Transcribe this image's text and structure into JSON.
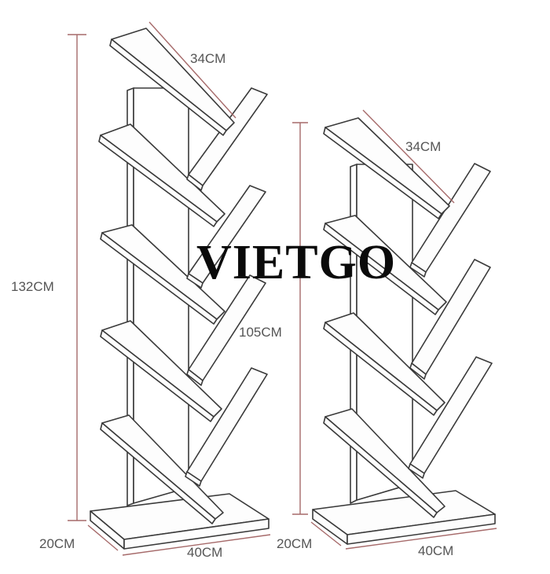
{
  "watermark": {
    "text": "VIETGO"
  },
  "colors": {
    "dimension_line": "#a66a6a",
    "drawing_line": "#3a3a3a",
    "label": "#555555",
    "background": "#ffffff"
  },
  "large_shelf": {
    "height_label": "132CM",
    "shelf_depth_label": "34CM",
    "base_depth_label": "20CM",
    "base_width_label": "40CM",
    "tiers": 5
  },
  "small_shelf": {
    "height_label": "105CM",
    "shelf_depth_label": "34CM",
    "base_depth_label": "20CM",
    "base_width_label": "40CM",
    "tiers": 4
  }
}
